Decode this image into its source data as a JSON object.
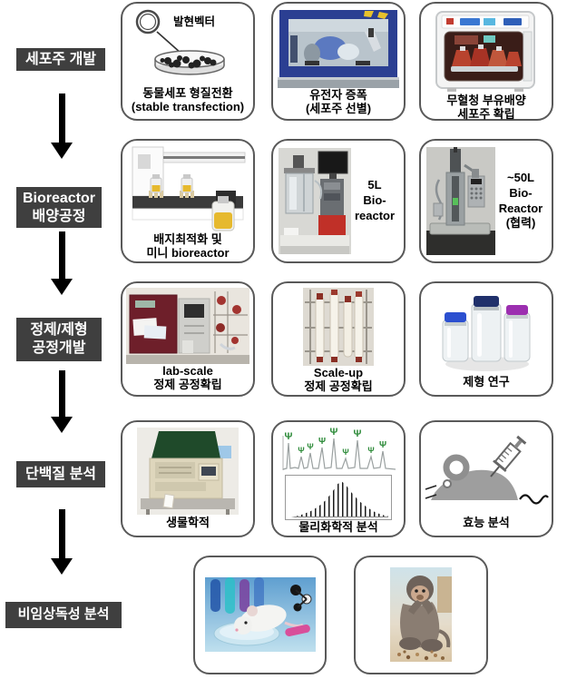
{
  "stages": {
    "s1": {
      "label": "세포주 개발"
    },
    "s2": {
      "label": "Bioreactor\n배양공정"
    },
    "s3": {
      "label": "정제/제형\n공정개발"
    },
    "s4": {
      "label": "단백질 분석"
    },
    "s5": {
      "label": "비임상독성 분석"
    }
  },
  "cards": {
    "r1c1": {
      "caption": "동물세포 형질전환\n(stable transfection)",
      "diagram_label": "발현벡터"
    },
    "r1c2": {
      "caption": "유전자 증폭\n(세포주 선별)"
    },
    "r1c3": {
      "caption": "무혈청 부유배양\n세포주 확립"
    },
    "r2c1": {
      "caption": "배지최적화 및\n미니 bioreactor"
    },
    "r2c2": {
      "side_label": "5L\nBio-\nreactor"
    },
    "r2c3": {
      "side_label": "~50L\nBio-\nReactor\n(협력)"
    },
    "r3c1": {
      "caption": "lab-scale\n정제 공정확립"
    },
    "r3c2": {
      "caption": "Scale-up\n정제 공정확립"
    },
    "r3c3": {
      "caption": "제형 연구"
    },
    "r4c1": {
      "caption": "생물학적"
    },
    "r4c2": {
      "caption": "물리화학적 분석",
      "glycan_symbol": "Ψ"
    },
    "r4c3": {
      "caption": "효능 분석"
    }
  },
  "colors": {
    "stage_box_bg": "#3f3f3f",
    "stage_box_text": "#ffffff",
    "arrow": "#000000",
    "card_border": "#595959",
    "card_bg": "#ffffff"
  }
}
